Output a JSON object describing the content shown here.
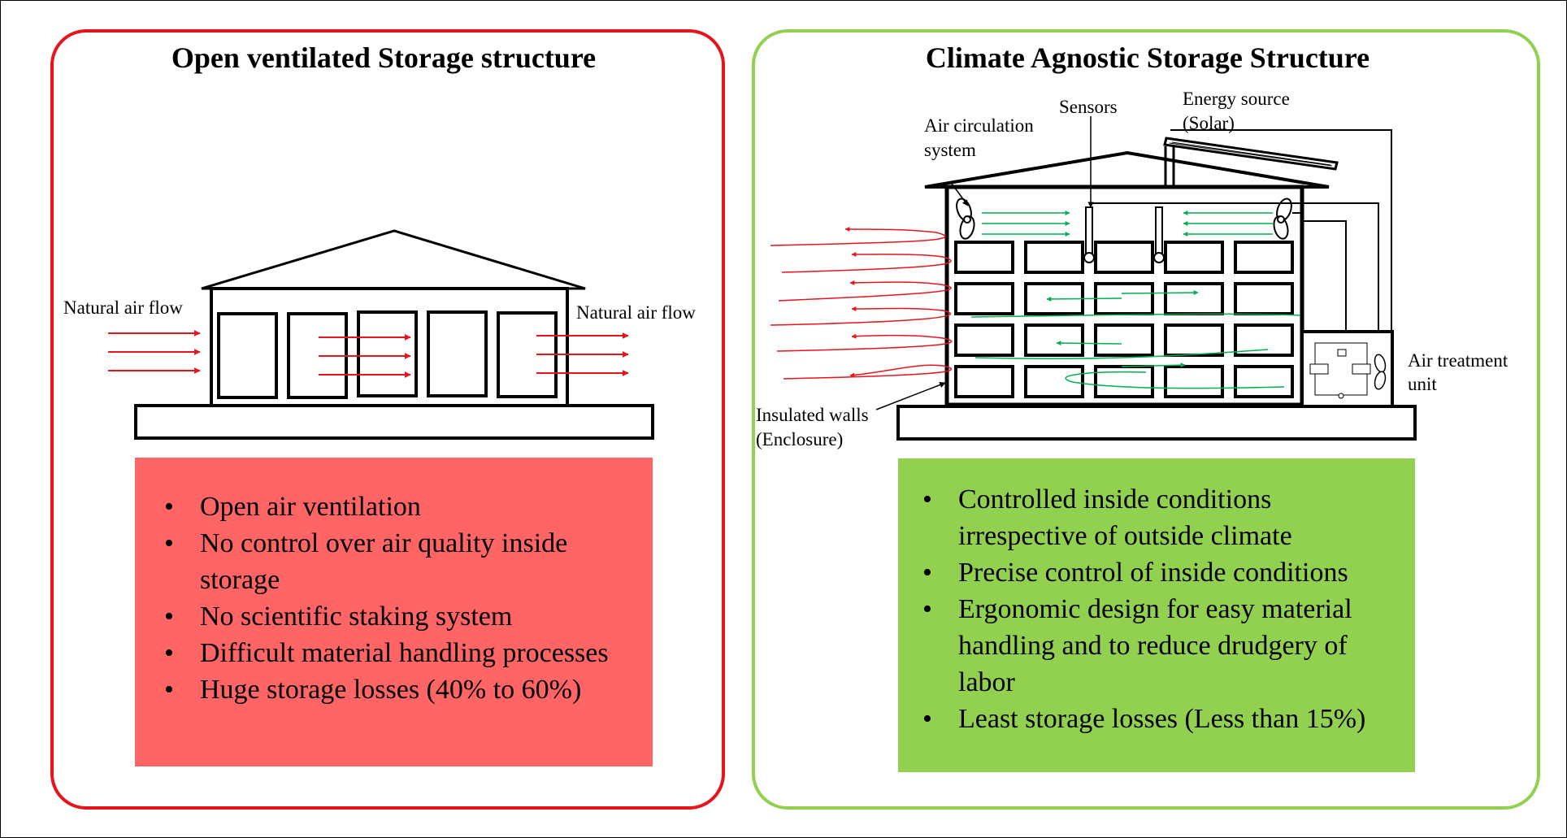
{
  "left_panel": {
    "title": "Open ventilated Storage structure",
    "labels": {
      "air_flow_in": "Natural air flow",
      "air_flow_out": "Natural air flow"
    },
    "bullets": [
      "Open air ventilation",
      "No control over air quality inside storage",
      "No scientific staking system",
      "Difficult material handling processes",
      "Huge storage losses (40% to 60%)"
    ]
  },
  "right_panel": {
    "title": "Climate Agnostic Storage Structure",
    "labels": {
      "air_circulation_line1": "Air circulation",
      "air_circulation_line2": "system",
      "sensors": "Sensors",
      "energy_line1": "Energy source",
      "energy_line2": "(Solar)",
      "air_treatment_line1": "Air treatment",
      "air_treatment_line2": "unit",
      "walls_line1": "Insulated walls",
      "walls_line2": "(Enclosure)"
    },
    "bullets": [
      "Controlled inside conditions irrespective of outside climate",
      "Precise control of inside conditions",
      "Ergonomic design for easy material handling and to reduce drudgery of labor",
      "Least storage losses (Less than 15%)"
    ]
  },
  "colors": {
    "left_border": "#e8141b",
    "right_border": "#92d050",
    "left_box": "#ff6565",
    "right_box": "#92d050",
    "red_arrow": "#e8141b",
    "green_arrow": "#00b050"
  }
}
